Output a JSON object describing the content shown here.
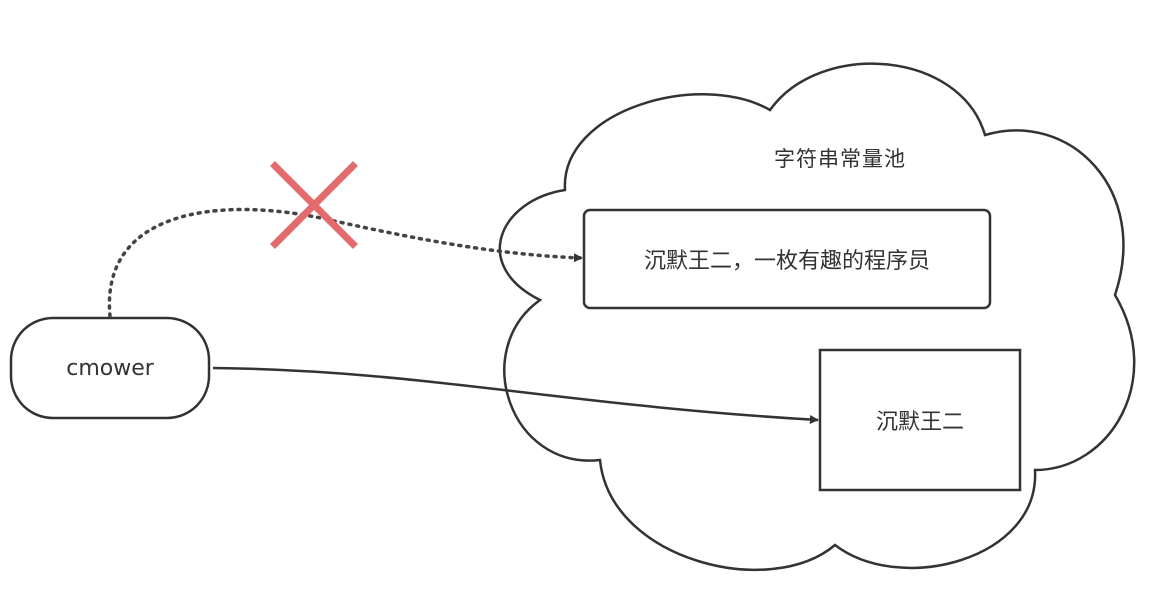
{
  "pool": {
    "title": "字符串常量池"
  },
  "variable": {
    "name": "cmower"
  },
  "strings": {
    "old_value": "沉默王二，一枚有趣的程序员",
    "new_value": "沉默王二"
  },
  "colors": {
    "stroke": "#333333",
    "dotted": "#444444",
    "cross": "#e36b6b",
    "text": "#333333"
  },
  "icons": {
    "cross": "cross-icon"
  }
}
